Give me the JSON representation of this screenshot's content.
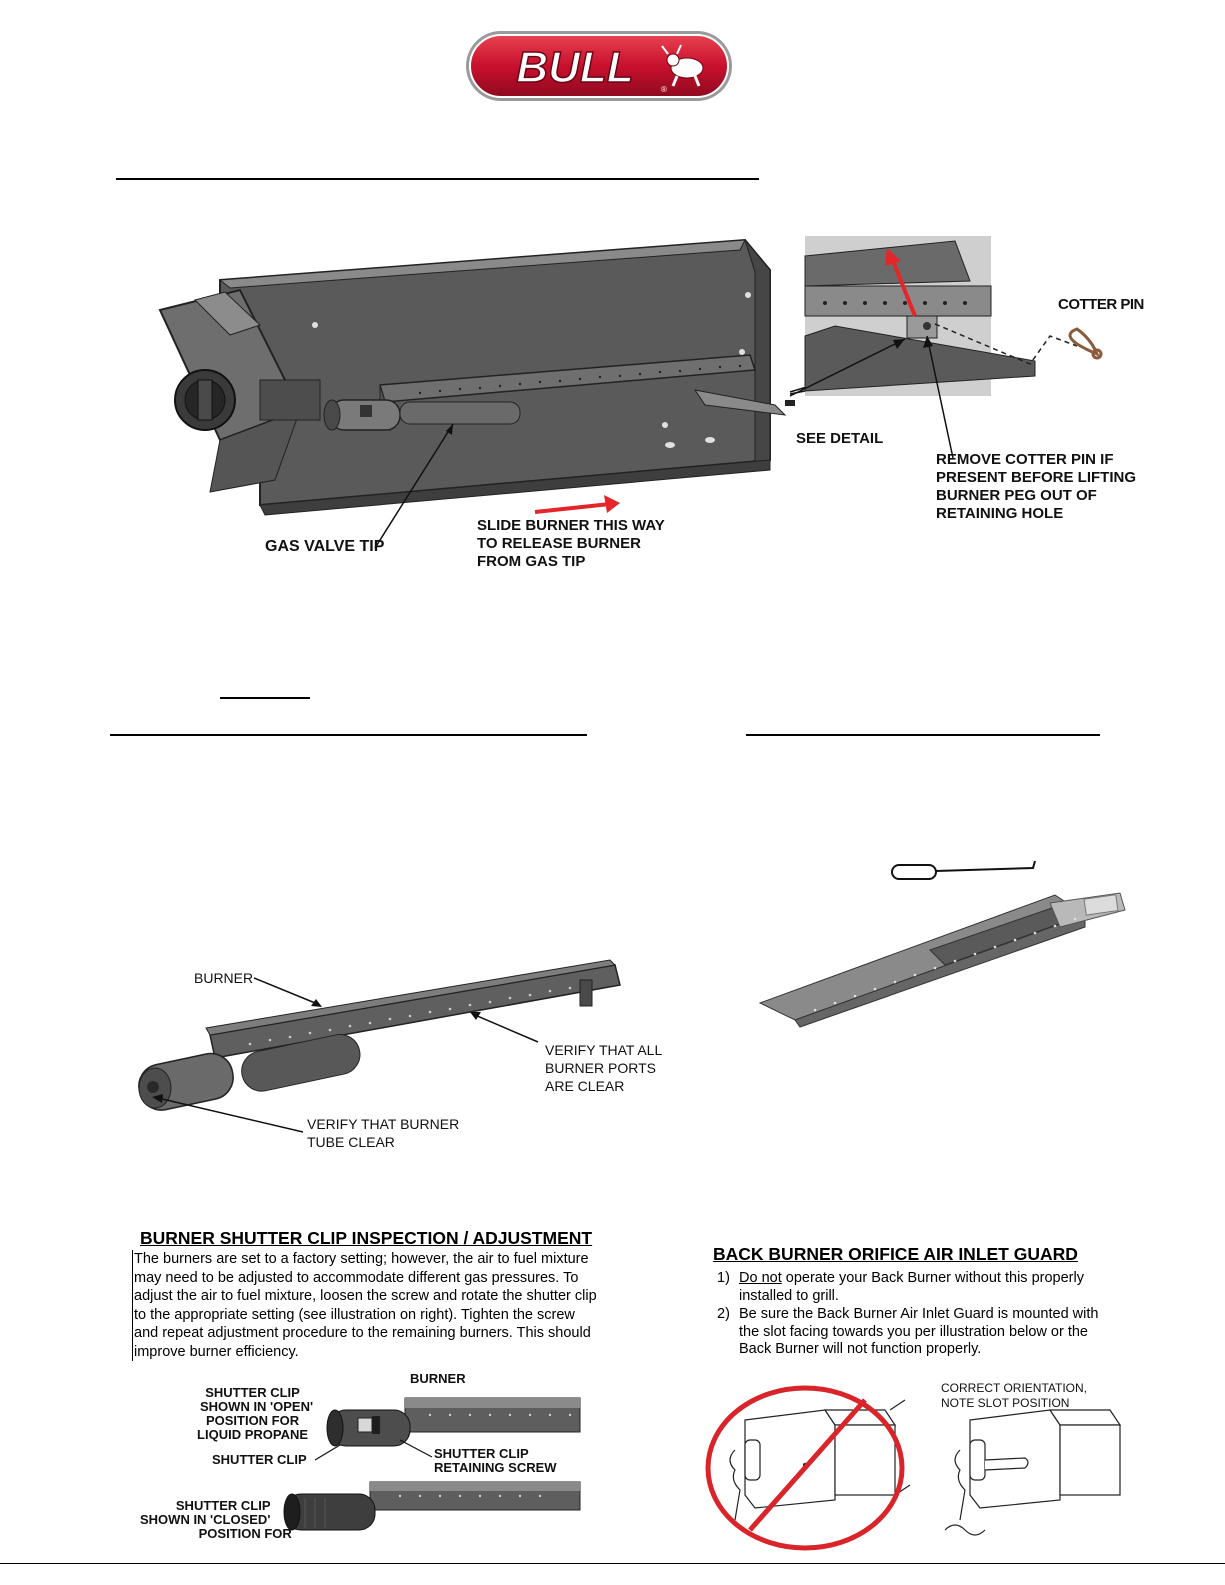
{
  "logo": {
    "brand_text": "BULL",
    "trademark": "®"
  },
  "figure1": {
    "cotter_pin": "COTTER PIN",
    "see_detail": "SEE DETAIL",
    "remove_pin_lines": [
      "REMOVE COTTER PIN IF",
      "PRESENT BEFORE LIFTING",
      "BURNER PEG OUT OF",
      "RETAINING HOLE"
    ],
    "slide_lines": [
      "SLIDE BURNER THIS WAY",
      "TO RELEASE BURNER",
      "FROM GAS TIP"
    ],
    "gas_valve_tip": "GAS VALVE TIP"
  },
  "figure2": {
    "burner": "BURNER",
    "ports_lines": [
      "VERIFY THAT ALL",
      "BURNER PORTS",
      "ARE CLEAR"
    ],
    "tube_lines": [
      "VERIFY THAT BURNER",
      "TUBE CLEAR"
    ]
  },
  "shutter": {
    "heading": "BURNER SHUTTER CLIP INSPECTION / ADJUSTMENT",
    "paragraph_lines": [
      "The burners are set to a factory setting; however, the air to fuel mixture",
      "may need to be adjusted to accommodate different gas pressures. To",
      "adjust the air to fuel mixture, loosen the screw and rotate the shutter clip",
      "to the appropriate setting (see illustration on right). Tighten the screw",
      "and repeat adjustment procedure to the remaining burners. This should",
      "improve burner efficiency."
    ],
    "burner_label": "BURNER",
    "open_lines": [
      "SHUTTER CLIP",
      "SHOWN IN 'OPEN'",
      "POSITION FOR",
      "LIQUID PROPANE"
    ],
    "shutter_clip": "SHUTTER CLIP",
    "retaining_lines": [
      "SHUTTER CLIP",
      "RETAINING SCREW"
    ],
    "closed_lines": [
      "SHUTTER CLIP",
      "SHOWN IN 'CLOSED'",
      "POSITION FOR"
    ]
  },
  "guard": {
    "heading": "BACK BURNER ORIFICE AIR INLET GUARD",
    "items": [
      {
        "num": "1)",
        "emph": "Do not",
        "text": " operate your Back Burner without this properly installed to grill."
      },
      {
        "num": "2)",
        "emph": "",
        "text": "Be sure the Back Burner Air Inlet Guard is mounted with the slot facing towards you per illustration below or the Back Burner will not function properly."
      }
    ],
    "correct_lines": [
      "CORRECT ORIENTATION,",
      "NOTE SLOT POSITION"
    ]
  },
  "colors": {
    "brand_red": "#c8102e",
    "warning_red": "#d9252a",
    "arrow_red": "#e4262a"
  }
}
